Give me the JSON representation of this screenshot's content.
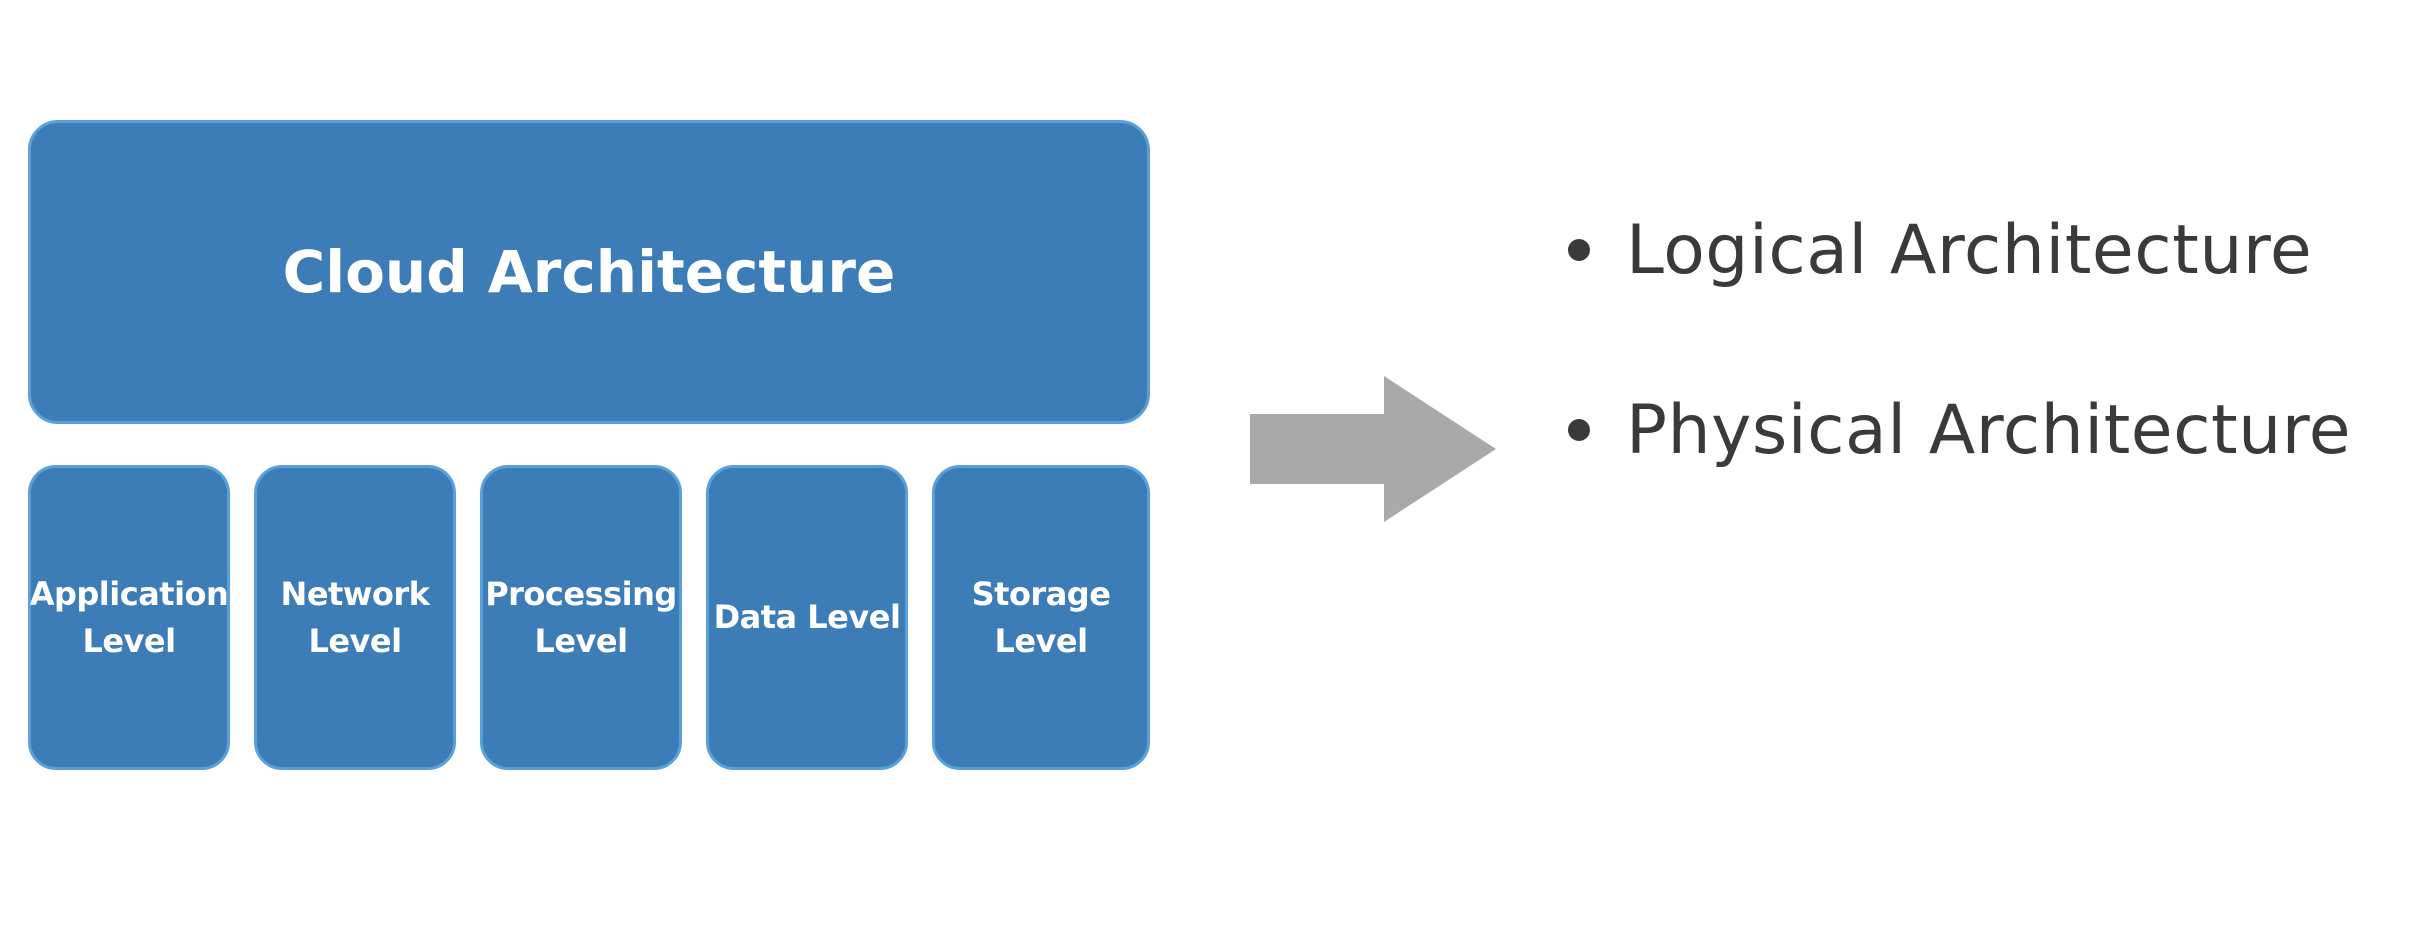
{
  "diagram": {
    "main_box": {
      "label": "Cloud Architecture"
    },
    "levels": [
      {
        "label": "Application Level"
      },
      {
        "label": "Network Level"
      },
      {
        "label": "Processing Level"
      },
      {
        "label": "Data Level"
      },
      {
        "label": "Storage Level"
      }
    ],
    "colors": {
      "box_fill": "#3c7db7",
      "box_border": "#5aa0d8",
      "box_text": "#ffffff",
      "arrow": "#a9a9a9",
      "bullet_text": "#3a3a3a"
    }
  },
  "bullets": [
    {
      "text": "Logical Architecture"
    },
    {
      "text": "Physical Architecture"
    }
  ]
}
